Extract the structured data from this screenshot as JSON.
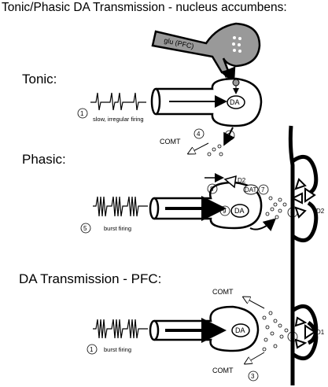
{
  "title": "Tonic/Phasic DA Transmission - nucleus accumbens:",
  "sections": {
    "tonic": "Tonic:",
    "phasic": "Phasic:",
    "pfc": "DA Transmission - PFC:"
  },
  "labels": {
    "glu": "glu (PFC)",
    "da": "DA",
    "dat": "DAT",
    "comt": "COMT",
    "d1": "D1",
    "d2": "D2",
    "slow_firing": "slow, irregular firing",
    "burst_firing": "burst firing"
  },
  "numbers": {
    "n1": "1",
    "n2": "2",
    "n3": "3",
    "n4": "4",
    "n5": "5",
    "n6": "6",
    "n7": "7",
    "n8": "8",
    "n9": "9"
  }
}
